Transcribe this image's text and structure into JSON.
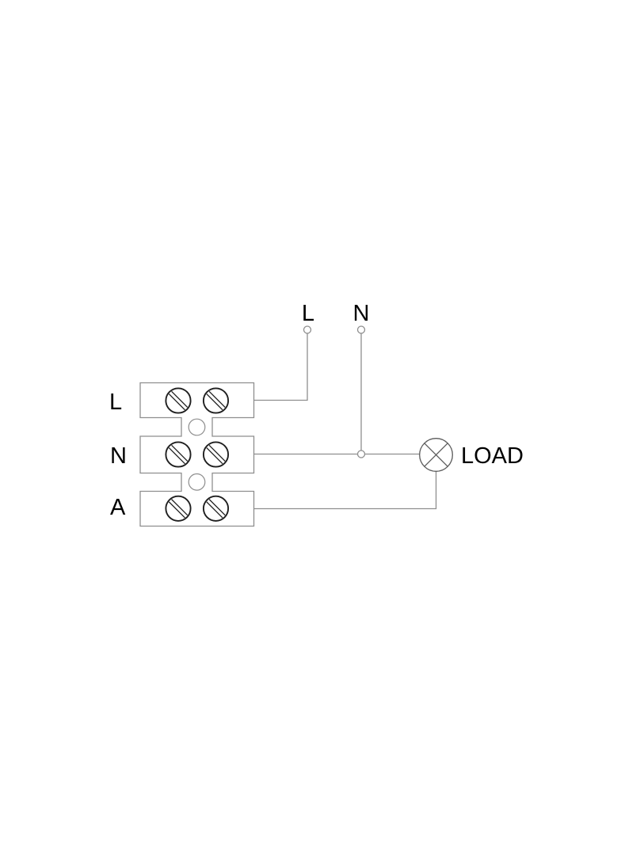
{
  "diagram": {
    "supply": {
      "live_label": "L",
      "neutral_label": "N"
    },
    "terminal_strip": {
      "rows": [
        {
          "label": "L"
        },
        {
          "label": "N"
        },
        {
          "label": "A"
        }
      ]
    },
    "load": {
      "label": "LOAD"
    },
    "colors": {
      "background": "#ffffff",
      "wire": "#8e8e8e",
      "strip_outline": "#8e8e8e",
      "screw": "#1f1f1f",
      "lamp_symbol": "#5a5a5a",
      "text": "#000000"
    }
  }
}
